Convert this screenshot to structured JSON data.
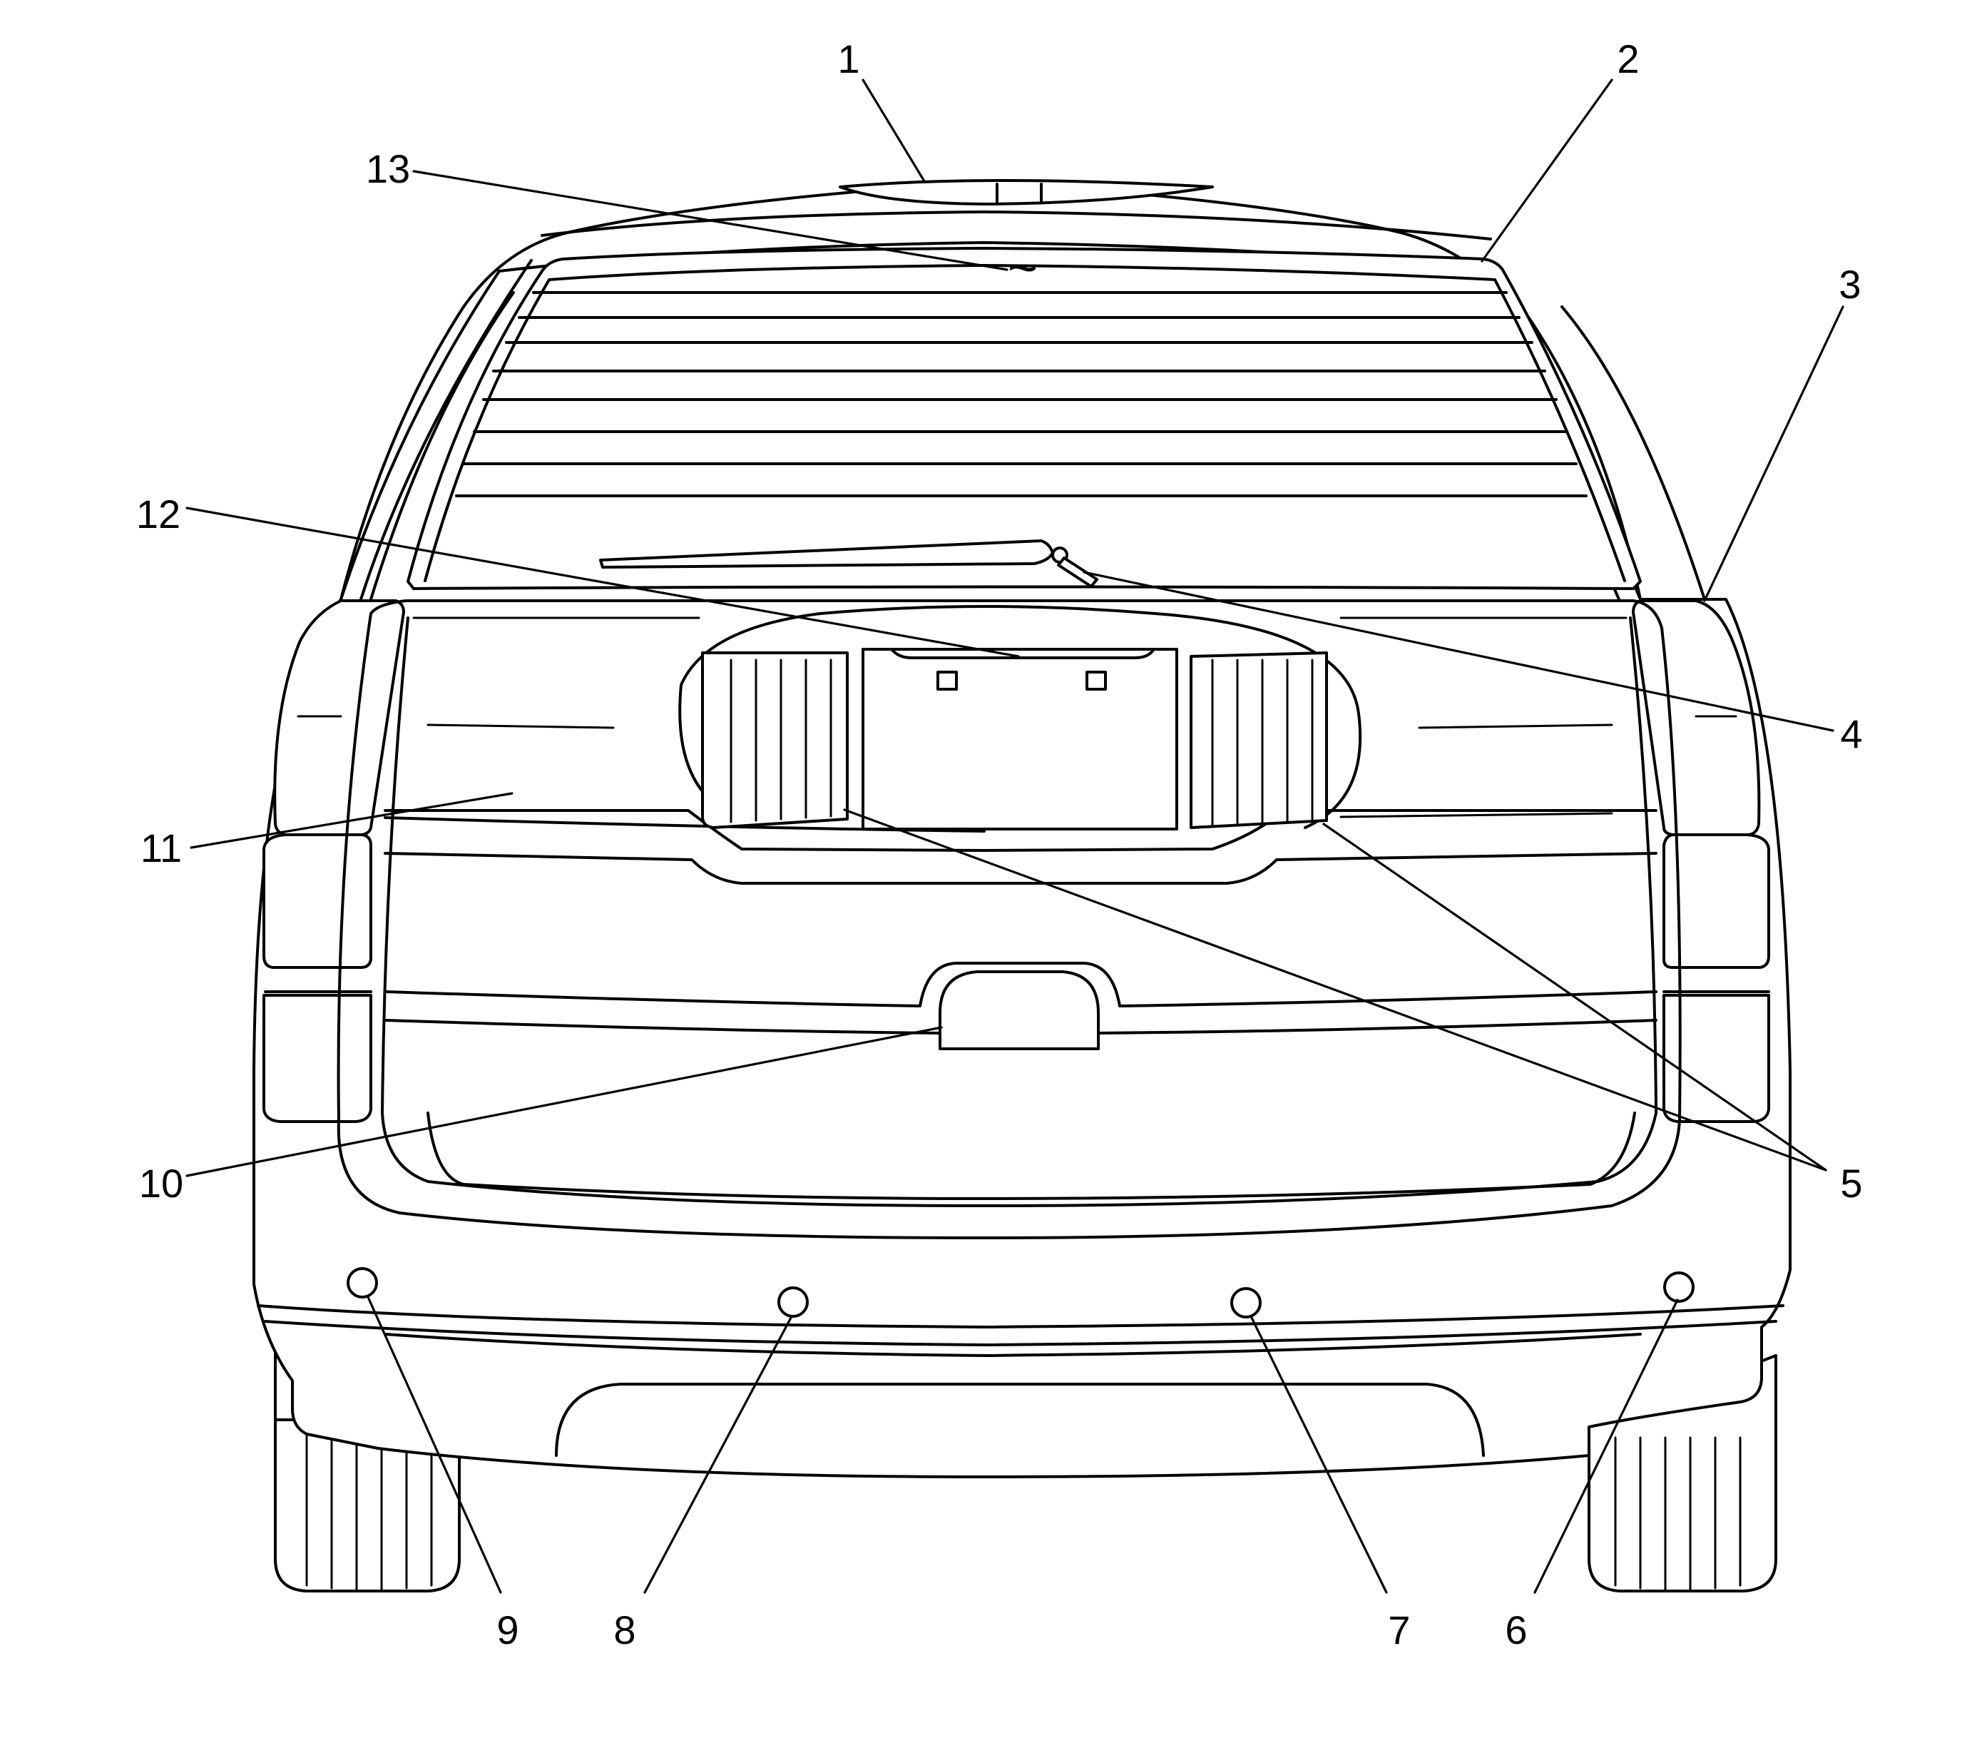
{
  "callouts": [
    {
      "id": "1",
      "text": "1"
    },
    {
      "id": "2",
      "text": "2"
    },
    {
      "id": "3",
      "text": "3"
    },
    {
      "id": "4",
      "text": "4"
    },
    {
      "id": "5",
      "text": "5"
    },
    {
      "id": "6",
      "text": "6"
    },
    {
      "id": "7",
      "text": "7"
    },
    {
      "id": "8",
      "text": "8"
    },
    {
      "id": "9",
      "text": "9"
    },
    {
      "id": "10",
      "text": "10"
    },
    {
      "id": "11",
      "text": "11"
    },
    {
      "id": "12",
      "text": "12"
    },
    {
      "id": "13",
      "text": "13"
    }
  ],
  "defogger_symbol": "~"
}
